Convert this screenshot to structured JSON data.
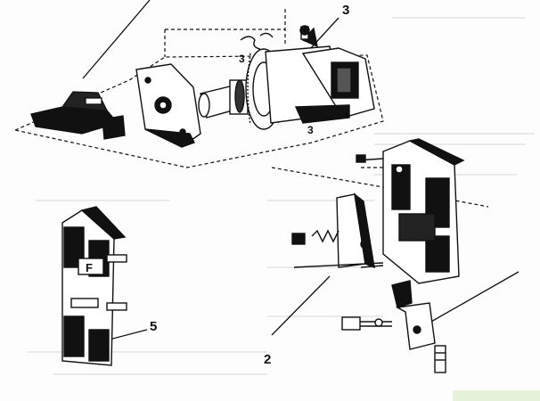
{
  "diagram": {
    "callouts": [
      {
        "id": "part-3",
        "label": "3"
      },
      {
        "id": "part-5",
        "label": "5"
      },
      {
        "id": "part-2",
        "label": "2"
      }
    ]
  },
  "colors": {
    "ink": "#111111",
    "paper": "#fdfdfd",
    "badge": "#e7f2da"
  }
}
